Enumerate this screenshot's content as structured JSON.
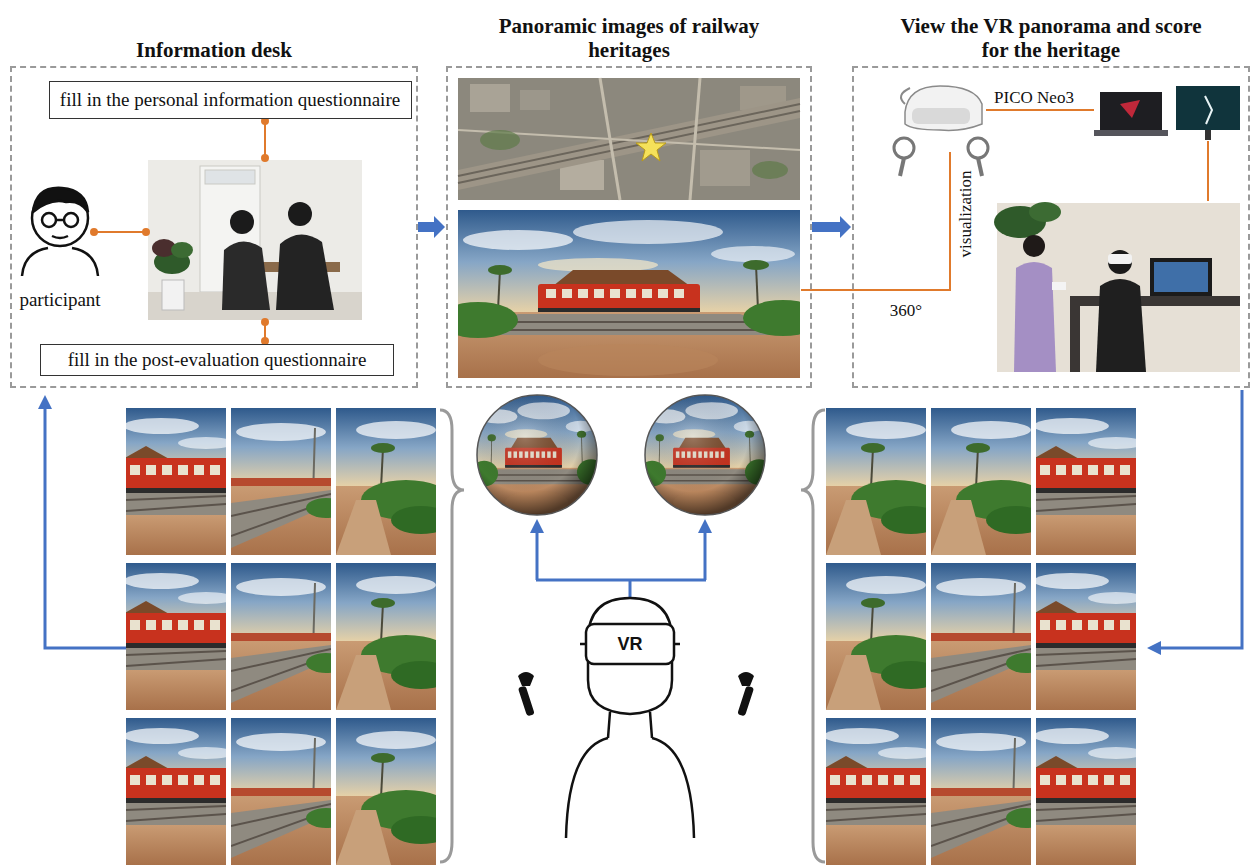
{
  "diagram": {
    "nodes": [
      {
        "text": [
          "Information desk"
        ]
      },
      {
        "text": [
          "fill in the personal information questionnaire"
        ],
        "in": 0
      },
      {
        "text": [
          "fill in the post-evaluation questionnaire"
        ],
        "in": 0
      },
      {
        "text": [
          "Panoramic images of railway heritages"
        ]
      },
      {
        "text": [
          "View the VR panorama and score for the heritage"
        ]
      }
    ],
    "edges": [
      {
        "from": 0,
        "to": 3,
        "arrow": "to"
      },
      {
        "from": 3,
        "to": 4,
        "arrow": "to"
      }
    ],
    "labels": [
      "participant",
      "PICO Neo3",
      "visualization",
      "360°",
      "VR"
    ]
  }
}
